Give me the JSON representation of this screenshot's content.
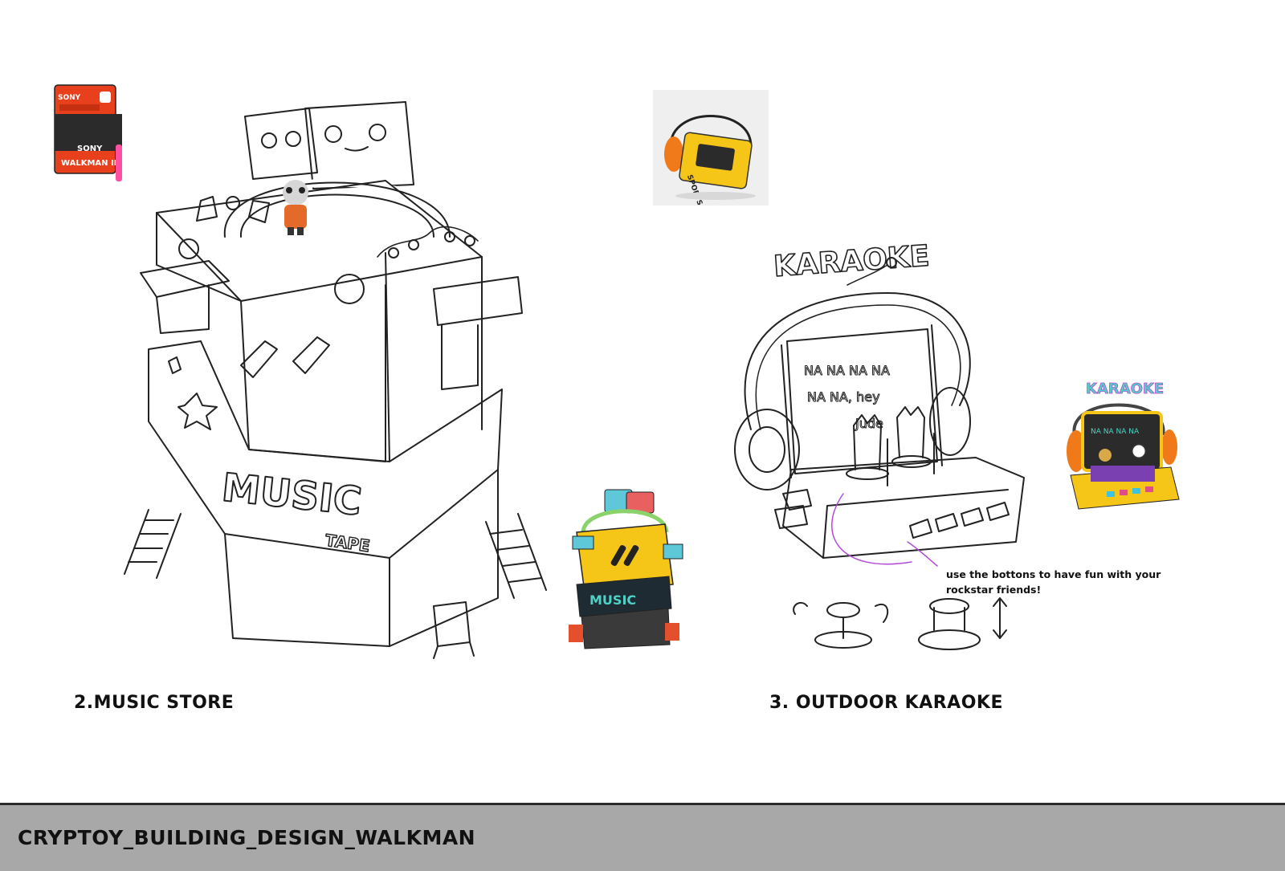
{
  "sections": [
    {
      "title": "2.MUSIC STORE"
    },
    {
      "title": "3. OUTDOOR KARAOKE"
    }
  ],
  "music_store": {
    "sign_text": "MUSIC",
    "sub_sign_text": "TAPE"
  },
  "karaoke": {
    "sign_text": "KARAOKE",
    "screen_lines": [
      "NA NA NA NA",
      "NA NA, hey",
      "Jude"
    ],
    "caption": "use the bottons to have fun with your rockstar friends!"
  },
  "reference_photos": {
    "walkman_red": {
      "brand": "SONY",
      "model": "WALKMAN II"
    },
    "walkman_yellow": {
      "brand": "SPORTS"
    }
  },
  "footer": {
    "title": "CRYPTOY_BUILDING_DESIGN_WALKMAN"
  },
  "colors": {
    "footer_bg": "#a8a8a8",
    "walkman_red": "#e8401c",
    "walkman_yellow": "#f5c518",
    "accent_teal": "#4fd1c5",
    "headphone_orange": "#f07a1a"
  }
}
